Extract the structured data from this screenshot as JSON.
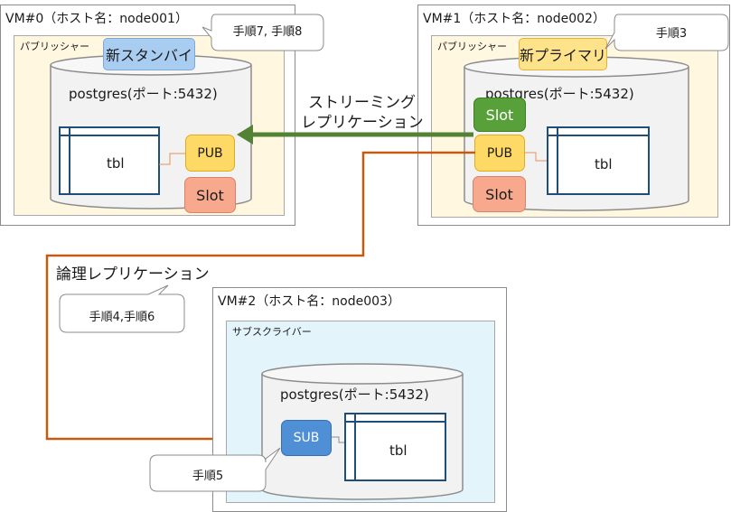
{
  "vm0": {
    "title": "VM#0（ホスト名：node001）",
    "role": "パブリッシャー",
    "tag": "新スタンバイ",
    "db": "postgres(ポート:5432)",
    "table": "tbl",
    "pub": "PUB",
    "slot": "Slot",
    "callout": "手順7, 手順8"
  },
  "vm1": {
    "title": "VM#1（ホスト名：node002）",
    "role": "パブリッシャー",
    "tag": "新プライマリ",
    "db": "postgres(ポート:5432)",
    "table": "tbl",
    "pub": "PUB",
    "slot_green": "Slot",
    "slot": "Slot",
    "callout": "手順3"
  },
  "vm2": {
    "title": "VM#2（ホスト名：node003）",
    "role": "サブスクライバー",
    "db": "postgres(ポート:5432)",
    "table": "tbl",
    "sub": "SUB",
    "callout": "手順5"
  },
  "streaming": {
    "line1": "ストリーミング",
    "line2": "レプリケーション",
    "color": "#548235"
  },
  "logical": {
    "label": "論理レプリケーション",
    "callout": "手順4,手順6",
    "color": "#c55a11"
  }
}
